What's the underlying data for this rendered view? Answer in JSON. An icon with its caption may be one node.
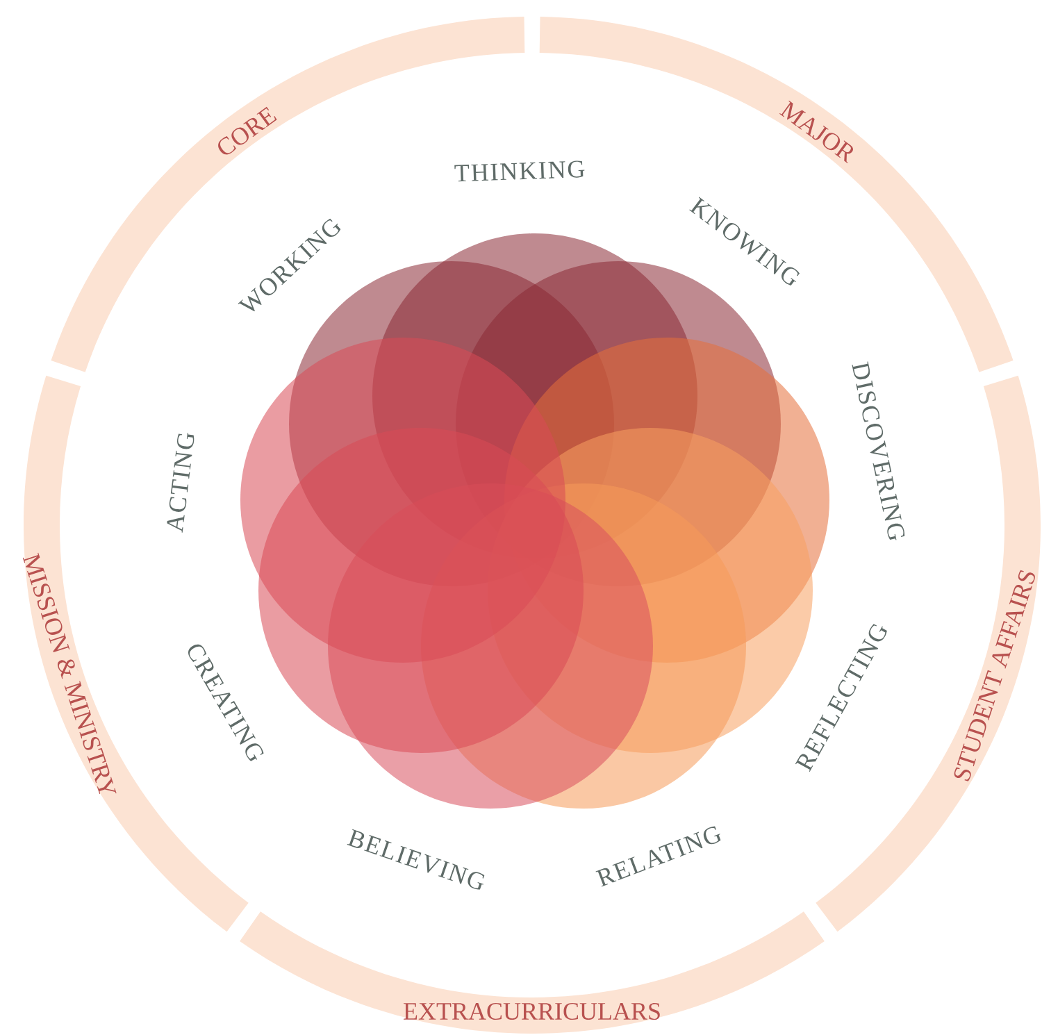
{
  "diagram": {
    "nodes": [
      {
        "text": [
          "CORE"
        ]
      },
      {
        "text": [
          "MAJOR"
        ]
      },
      {
        "text": [
          "STUDENT AFFAIRS"
        ]
      },
      {
        "text": [
          "EXTRACURRICULARS"
        ]
      },
      {
        "text": [
          "MISSION & MINISTRY"
        ]
      }
    ],
    "labels": [
      "THINKING",
      "KNOWING",
      "DISCOVERING",
      "REFLECTING",
      "RELATING",
      "BELIEVING",
      "CREATING",
      "ACTING",
      "WORKING"
    ]
  }
}
